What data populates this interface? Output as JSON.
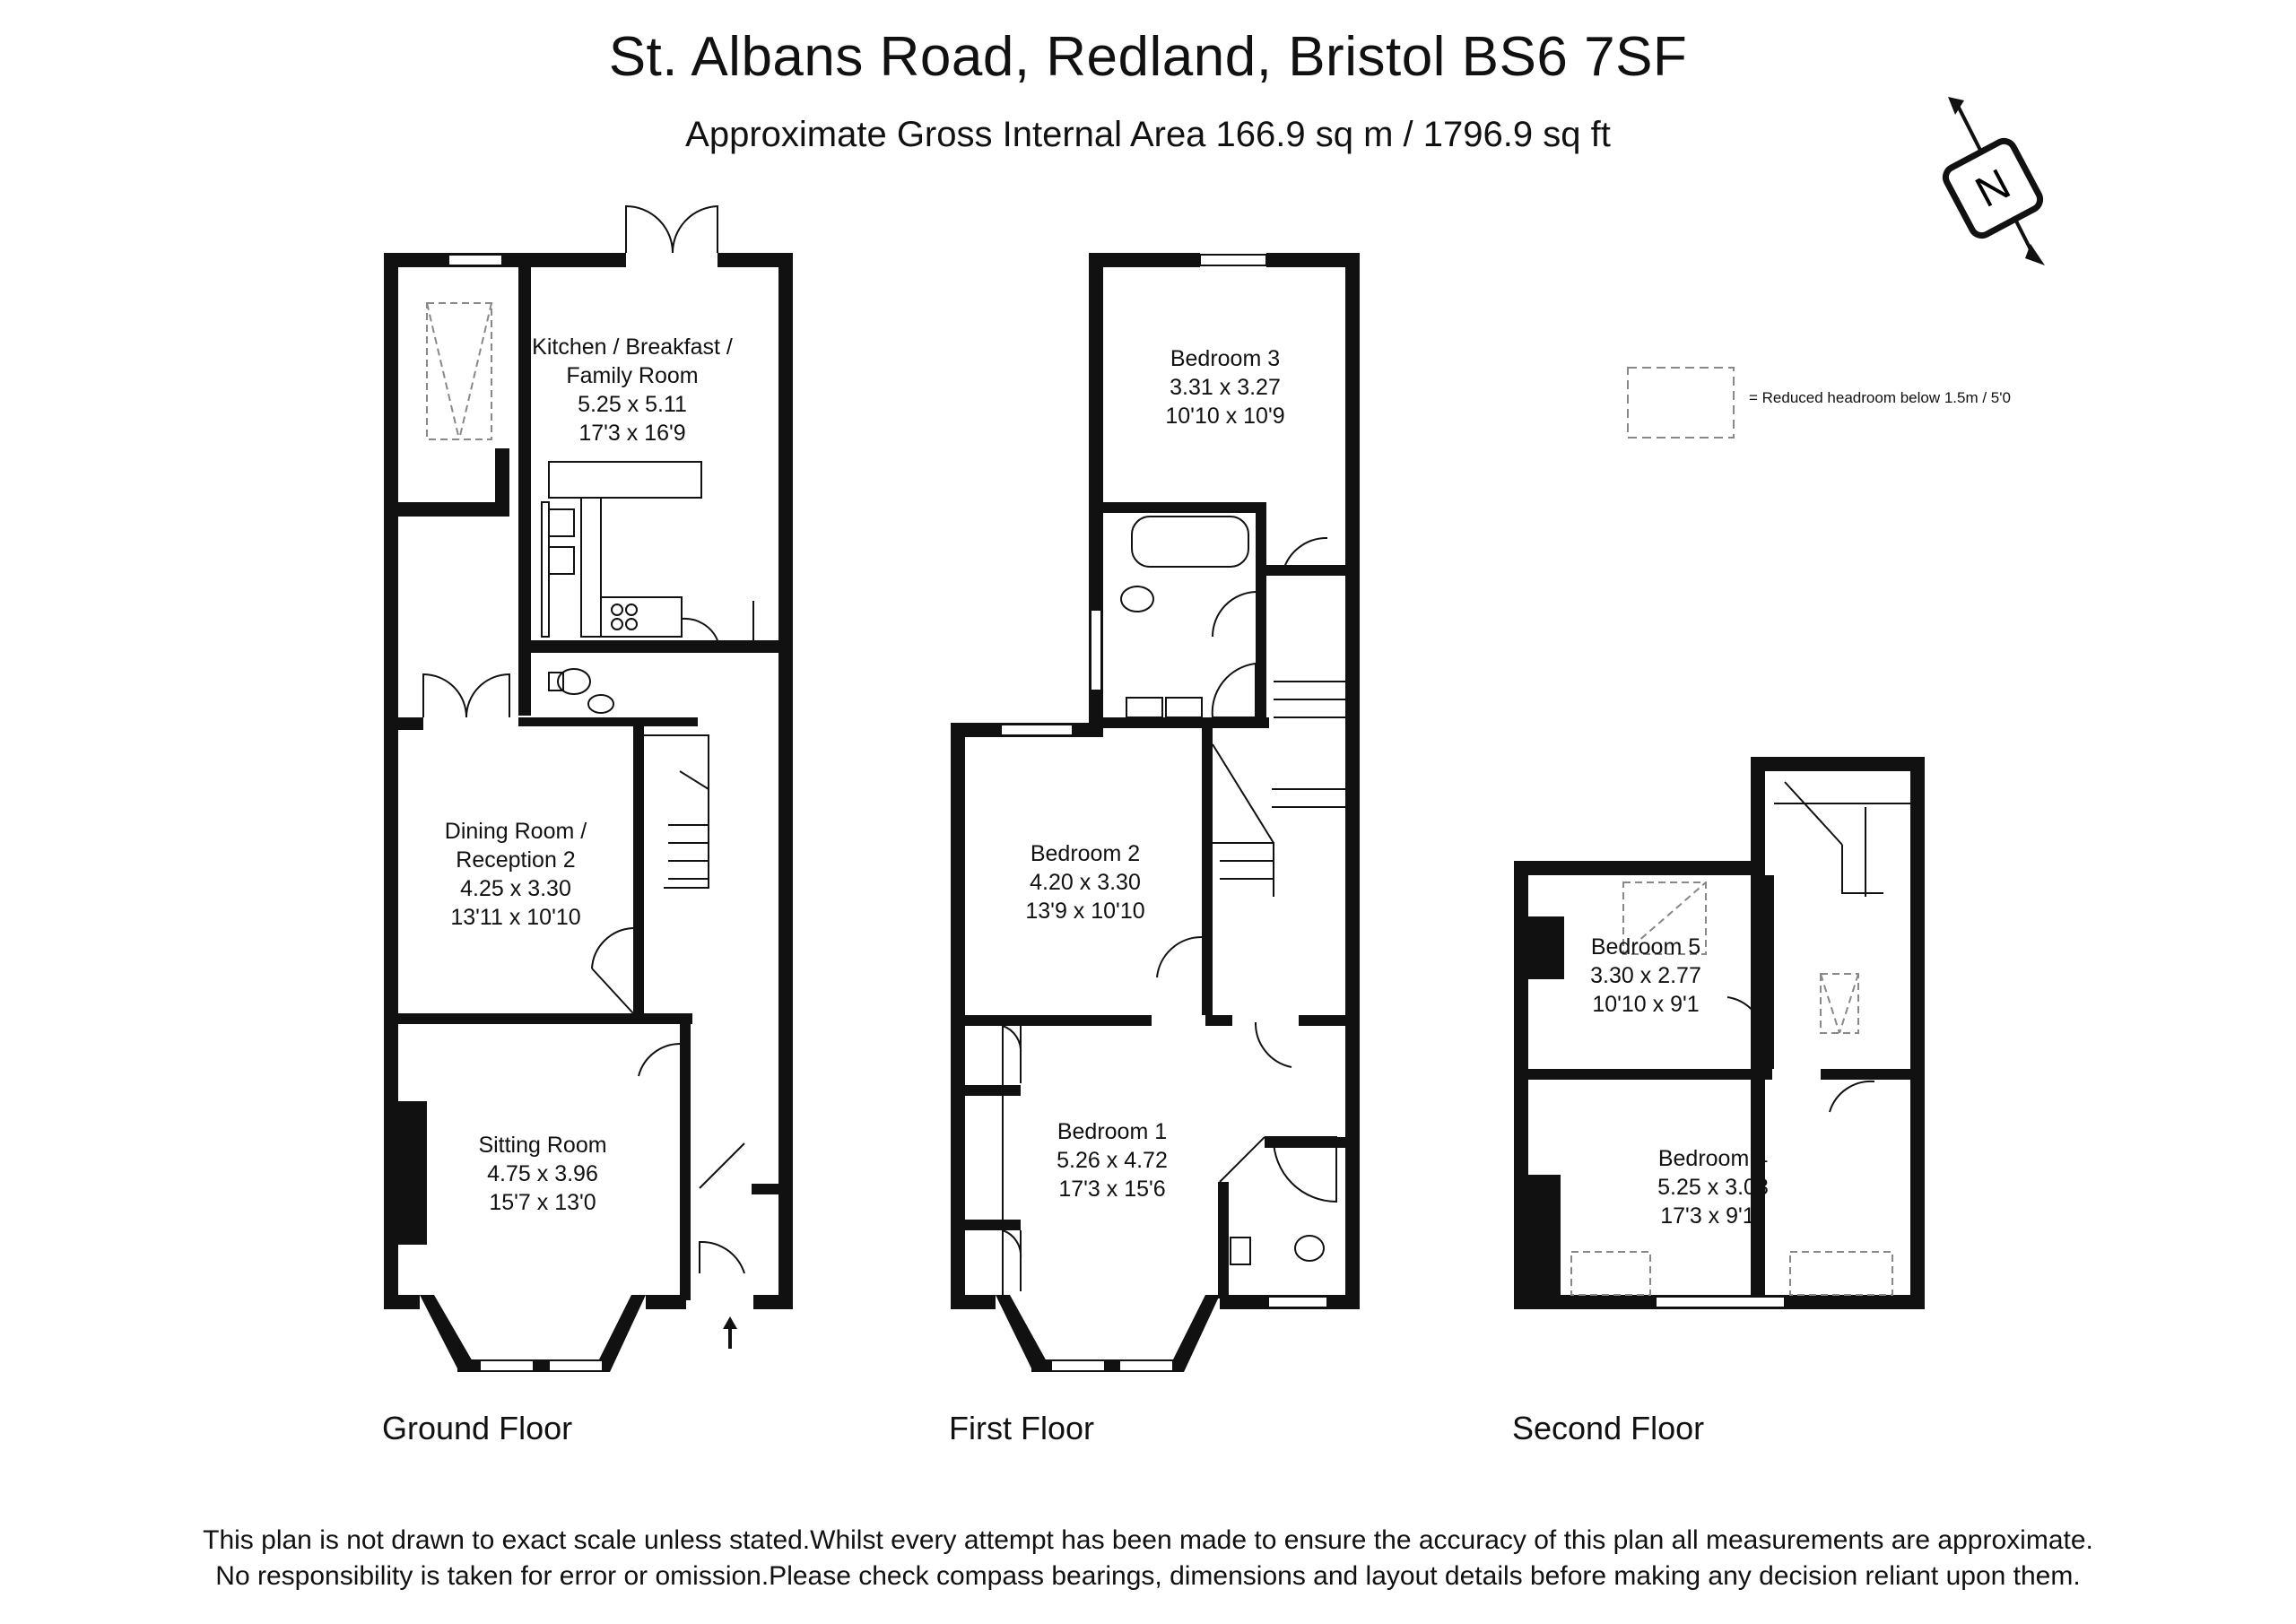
{
  "header": {
    "title": "St. Albans Road, Redland, Bristol BS6 7SF",
    "subtitle": "Approximate Gross Internal Area 166.9 sq m / 1796.9 sq ft"
  },
  "compass": {
    "letter": "N"
  },
  "legend": {
    "text": "=  Reduced headroom below 1.5m / 5'0"
  },
  "rooms": {
    "kitchen": {
      "name1": "Kitchen / Breakfast /",
      "name2": "Family Room",
      "metric": "5.25 x 5.11",
      "imperial": "17'3 x 16'9"
    },
    "dining": {
      "name1": "Dining Room /",
      "name2": "Reception 2",
      "metric": "4.25 x 3.30",
      "imperial": "13'11 x 10'10"
    },
    "sitting": {
      "name1": "Sitting Room",
      "metric": "4.75 x 3.96",
      "imperial": "15'7 x 13'0"
    },
    "bedroom3": {
      "name1": "Bedroom 3",
      "metric": "3.31 x 3.27",
      "imperial": "10'10 x 10'9"
    },
    "bedroom2": {
      "name1": "Bedroom 2",
      "metric": "4.20 x 3.30",
      "imperial": "13'9 x 10'10"
    },
    "bedroom1": {
      "name1": "Bedroom 1",
      "metric": "5.26 x 4.72",
      "imperial": "17'3 x 15'6"
    },
    "bedroom5": {
      "name1": "Bedroom 5",
      "metric": "3.30 x 2.77",
      "imperial": "10'10 x 9'1"
    },
    "bedroom4": {
      "name1": "Bedroom 4",
      "metric": "5.25 x 3.03",
      "imperial": "17'3 x 9'11"
    }
  },
  "floors": {
    "ground": "Ground Floor",
    "first": "First Floor",
    "second": "Second Floor"
  },
  "disclaimer": {
    "line1": "This plan is not drawn to exact scale unless stated.Whilst every attempt has been made to ensure the accuracy of this plan all measurements are approximate.",
    "line2": "No responsibility is taken for error or omission.Please check compass bearings, dimensions and layout details before making any decision reliant upon them."
  }
}
